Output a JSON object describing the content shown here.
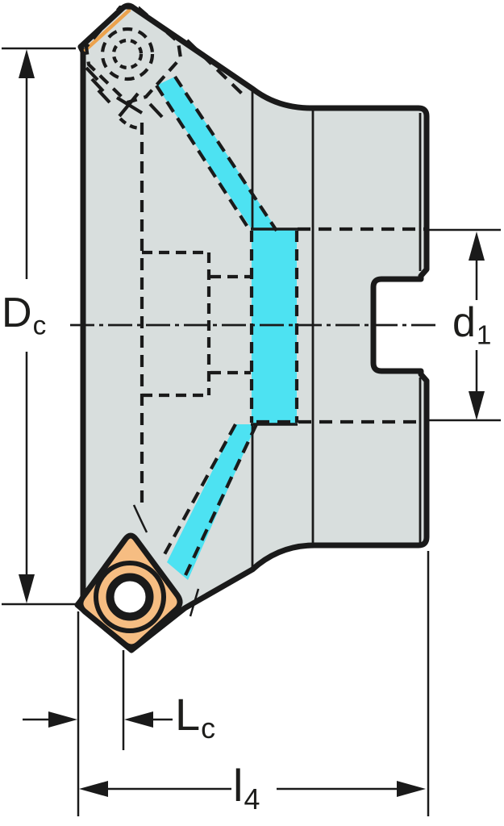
{
  "figure": {
    "name": "face-milling-cutter-side-view",
    "labels": {
      "diameter_cutting": {
        "main": "D",
        "sub": "c"
      },
      "diameter_bore": {
        "main": "d",
        "sub": "1"
      },
      "length_cutting": {
        "main": "L",
        "sub": "c"
      },
      "length_overall": {
        "main": "l",
        "sub": "4"
      }
    },
    "colors": {
      "outline": "#1a1a1a",
      "body": "#d8dedd",
      "coolant": "#4de2f2",
      "insert": "#f6bd82",
      "edge_highlight": "#eca24d",
      "hole": "#ffffff",
      "background": "#ffffff"
    }
  }
}
